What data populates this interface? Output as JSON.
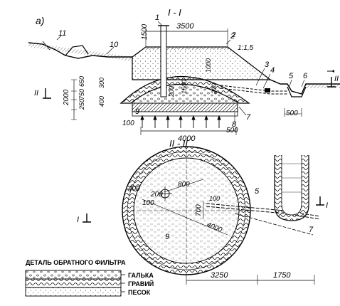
{
  "figure_label": "а)",
  "section_top": "I - I",
  "section_bottom": "II - II",
  "section_marks": {
    "one": "I",
    "two": "II"
  },
  "dims": {
    "d1500": "1500",
    "d3500": "3500",
    "slope": "2",
    "d1_1_5": "1:1,5",
    "d1000": "1000",
    "d1500b": "1500",
    "d2000": "2000",
    "d650": "650",
    "d750": "750",
    "d250": "250",
    "d300": "300",
    "d400": "400",
    "d200a": "200",
    "d200b": "200",
    "d100": "100",
    "d4000": "4000",
    "d500a": "500",
    "d500b": "500",
    "d100b": "100",
    "d200c": "200",
    "d400b": "400",
    "d800": "800",
    "d100c": "100",
    "d700": "700",
    "d4000b": "4000",
    "d3250": "3250",
    "d1750": "1750"
  },
  "callouts": [
    "1",
    "2",
    "3",
    "4",
    "5",
    "6",
    "7",
    "8",
    "9",
    "10",
    "11",
    "5",
    "7",
    "9"
  ],
  "legend": {
    "title": "ДЕТАЛЬ ОБРАТНОГО ФИЛЬТРА",
    "layers": [
      "ГАЛЬКА",
      "ГРАВИЙ",
      "ПЕСОК"
    ]
  }
}
